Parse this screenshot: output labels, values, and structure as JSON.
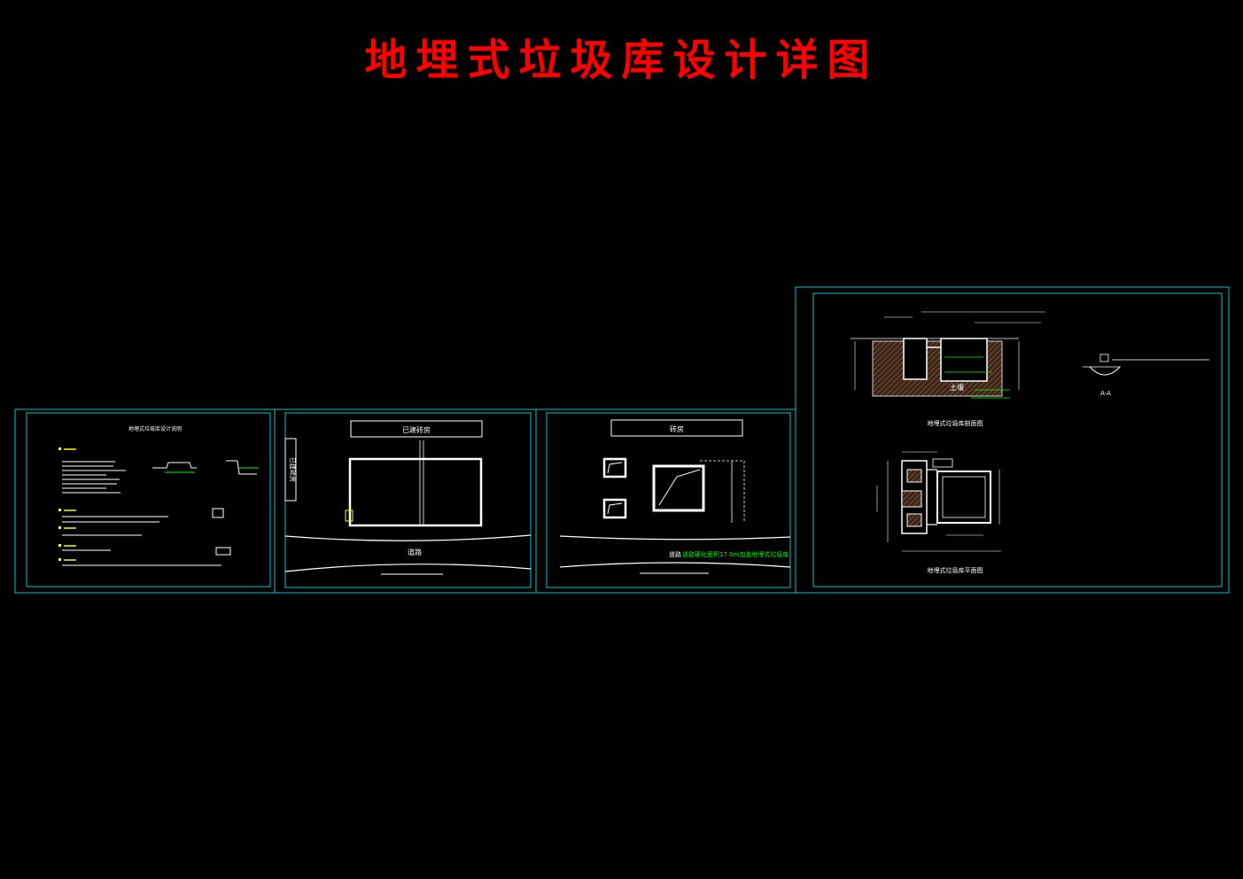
{
  "title": "地埋式垃圾库设计详图",
  "colors": {
    "background": "#000000",
    "title": "#ff0000",
    "frame": "#00c8c8",
    "linework": "#ffffff",
    "note_heading": "#ffff00",
    "callout": "#00ff00",
    "hatch": "#5a3a28"
  },
  "sheets": {
    "notes": {
      "heading": "地埋式垃圾库设计说明"
    },
    "site_plan_a": {
      "building_top": "已建砖房",
      "building_left": "已建砖房",
      "road": "道路"
    },
    "site_plan_b": {
      "building_top": "砖房",
      "road": "道路",
      "road_note": "道路硬化面积17.0m加盖地埋式垃圾库"
    },
    "details": {
      "section_title": "地埋式垃圾库剖面图",
      "plan_title": "地埋式垃圾库平面图",
      "soil_label": "土壤",
      "section_mark": "A-A"
    }
  }
}
